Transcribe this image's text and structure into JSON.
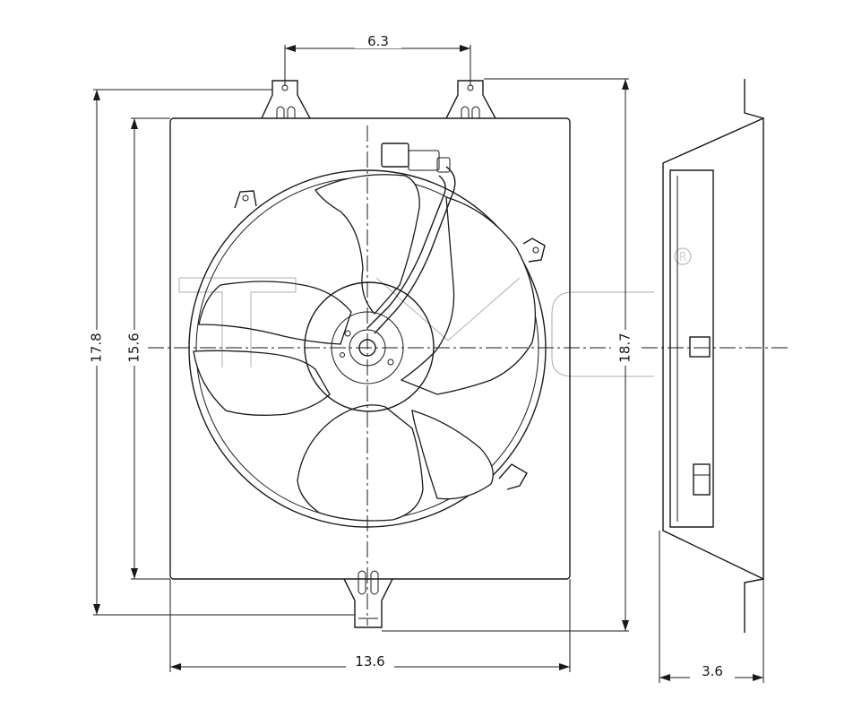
{
  "dimensions": {
    "mount_spacing": "6.3",
    "overall_height": "17.8",
    "shroud_height": "15.6",
    "side_height": "18.7",
    "shroud_width": "13.6",
    "depth": "3.6"
  },
  "watermark": {
    "brand": "TYC",
    "registered_mark": "R"
  }
}
